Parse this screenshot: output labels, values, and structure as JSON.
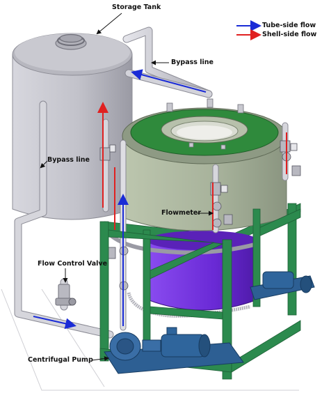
{
  "labels": {
    "storage_tank": "Storage Tank",
    "bypass_line_top": "Bypass line",
    "bypass_line_left": "Bypass line",
    "flowmeter": "Flowmeter",
    "flow_control_valve": "Flow Control Valve",
    "centrifugal_pump": "Centrifugal Pump"
  },
  "legend": {
    "items": [
      {
        "label": "Tube-side flow",
        "color": "#1a2bd6",
        "icon": "arrow-right"
      },
      {
        "label": "Shell-side flow",
        "color": "#e02020",
        "icon": "arrow-right"
      }
    ]
  },
  "colors": {
    "storage_tank": "#c4c4cc",
    "heat_exchanger": "#a9b49d",
    "exchanger_top": "#2f8a3c",
    "frame": "#2c8a4e",
    "inner_vessel": "#6a2ad6",
    "pump": "#2d5f93",
    "pipe": "#c9c9d0"
  }
}
